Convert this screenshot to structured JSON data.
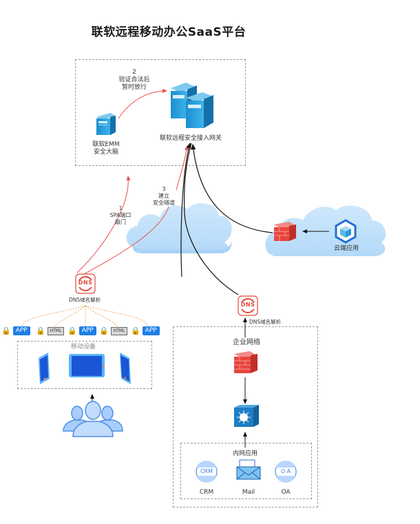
{
  "diagram": {
    "title": "联软远程移动办公SaaS平台",
    "colors": {
      "secure_path": "#ee4b4b",
      "data_path": "#111111",
      "cloud": "#c5e3fb",
      "server": "#2ea3dc",
      "firewall": "#e8453c",
      "device": "#1f5fd6",
      "accent_blue": "#1e7fe8",
      "dns": "#e04a3a",
      "dns_dotted": "#f0a35e"
    },
    "saas_zone": {
      "emm_label_line1": "联软EMM",
      "emm_label_line2": "安全大脑",
      "gateway_label": "联软远程安全接入网关",
      "step2_num": "2",
      "step2_line1": "验证合法后",
      "step2_line2": "暂时放行"
    },
    "steps": {
      "step1_num": "1",
      "step1_line1": "SPA端口",
      "step1_line2": "敲门",
      "step3_num": "3",
      "step3_line1": "建立",
      "step3_line2": "安全隧道"
    },
    "cloud_app": {
      "label": "云端应用"
    },
    "dns_left": {
      "label": "DNS域名解析",
      "icon_text": "DNS"
    },
    "dns_right": {
      "label": "DNS域名解析",
      "icon_text": "DNS"
    },
    "client_apps": [
      {
        "type": "APP",
        "label": "APP"
      },
      {
        "type": "HTML",
        "label": "HTML"
      },
      {
        "type": "APP",
        "label": "APP"
      },
      {
        "type": "HTML",
        "label": "HTML"
      },
      {
        "type": "APP",
        "label": "APP"
      }
    ],
    "mobile_devices": {
      "label": "移动设备"
    },
    "enterprise": {
      "label": "企业网络",
      "intranet_label": "内网应用",
      "apps": [
        {
          "icon_text": "CRM",
          "label": "CRM"
        },
        {
          "icon_text": "",
          "label": "Mail"
        },
        {
          "icon_text": "O A",
          "label": "OA"
        }
      ]
    }
  }
}
